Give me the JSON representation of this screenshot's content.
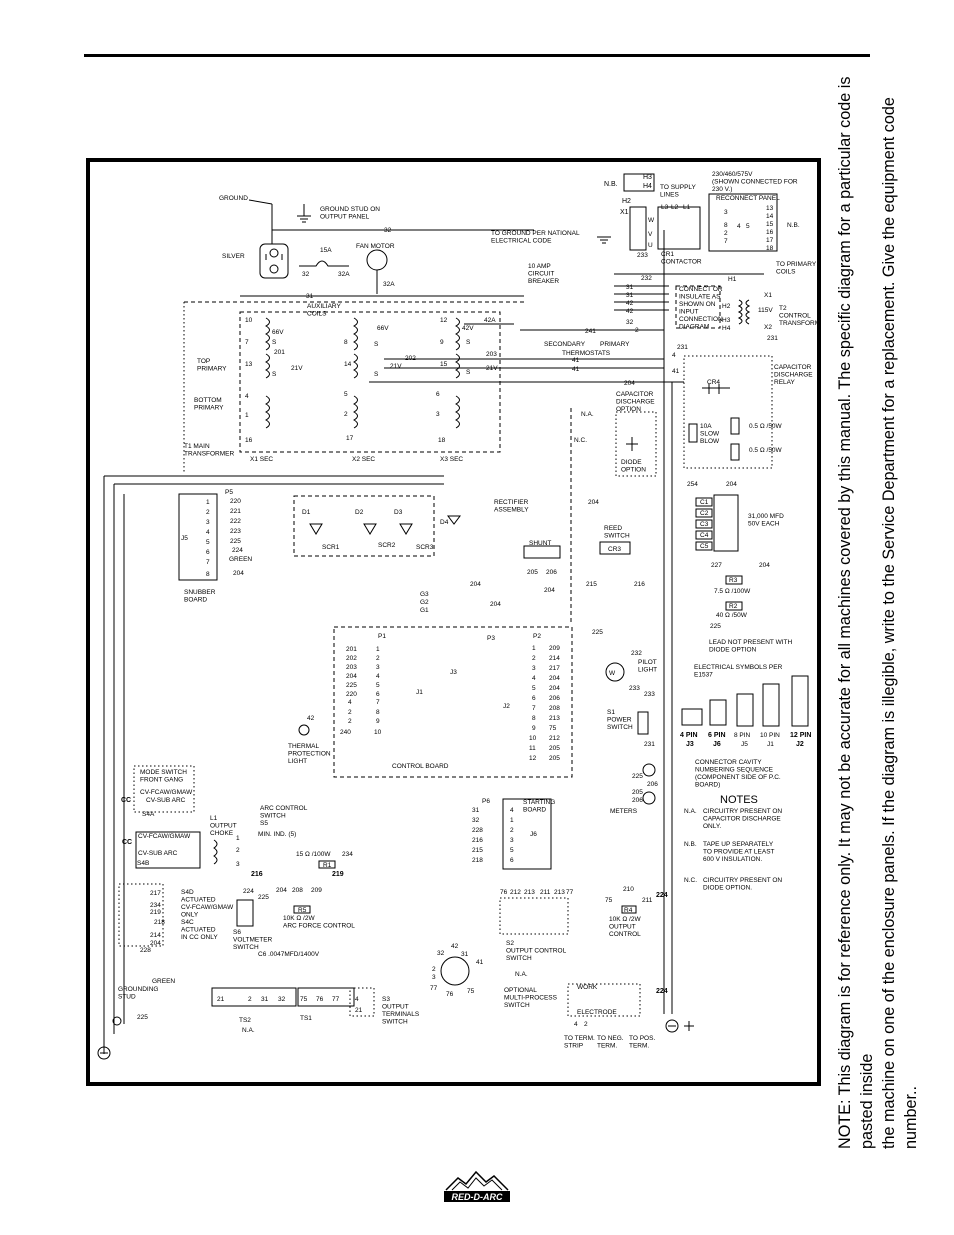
{
  "note": {
    "line1": "NOTE:  This diagram is for reference only.   It may not be accurate for all machines covered by this manual.  The specific diagram for a particular code is pasted inside",
    "line2": "the machine on one of the enclosure panels.  If the diagram is illegible, write to the Service Department for a replacement.  Give the equipment code number.."
  },
  "logo": {
    "text": "RED-D-ARC"
  },
  "diagram": {
    "ground": "GROUND",
    "ground_stud": "GROUND STUD ON\nOUTPUT PANEL",
    "silver": "SILVER",
    "fuse_15a": "15A",
    "fan_motor": "FAN MOTOR",
    "wire_32": "32",
    "wire_32a": "32A",
    "to_ground": "TO GROUND PER NATIONAL\nELECTRICAL CODE",
    "breaker": "10 AMP\nCIRCUIT\nBREAKER",
    "nb": "N.B.",
    "voltage_note": "230/460/575V\n(SHOWN CONNECTED FOR\n230 V.)",
    "reconnect_panel": "RECONNECT PANEL",
    "to_supply_lines": "TO SUPPLY\nLINES",
    "cr1_contactor": "CR1\nCONTACTOR",
    "to_primary_coils": "TO PRIMARY\nCOILS",
    "connect_or_insulate": "CONNECT OR\nINSULATE AS\nSHOWN ON\nINPUT\nCONNECTION\nDIAGRAM",
    "t2_control_transformer": "T2\nCONTROL\nTRANSFORMER",
    "auxiliary_coils": "AUXILIARY\nCOILS",
    "top_primary": "TOP\nPRIMARY",
    "bottom_primary": "BOTTOM\nPRIMARY",
    "t1_main_transformer": "T1 MAIN\nTRANSFORMER",
    "x1_sec": "X1 SEC",
    "x2_sec": "X2 SEC",
    "x3_sec": "X3 SEC",
    "secondary": "SECONDARY",
    "primary": "PRIMARY",
    "thermostats": "THERMOSTATS",
    "capacitor_discharge_relay": "CAPACITOR\nDISCHARGE\nRELAY",
    "cr4": "CR4",
    "capacitor_discharge_option": "CAPACITOR\nDISCHARGE\nOPTION",
    "na": "N.A.",
    "nc": "N.C.",
    "diode_option": "DIODE\nOPTION",
    "fuse_10a": "10A\nSLOW\nBLOW",
    "res_05_a": "0.5 Ω /50W",
    "res_05_b": "0.5 Ω /50W",
    "rectifier_assembly": "RECTIFIER\nASSEMBLY",
    "capacitors": "31,000 MFD\n50V EACH",
    "reed_switch": "REED\nSWITCH",
    "cr3": "CR3",
    "shunt": "SHUNT",
    "snubber_board": "SNUBBER\nBOARD",
    "r3": "R3",
    "r3_value": "7.5 Ω /100W",
    "r2": "R2",
    "r2_value": "40 Ω /50W",
    "lead_not_present": "LEAD NOT PRESENT WITH\nDIODE OPTION",
    "electrical_symbols": "ELECTRICAL SYMBOLS PER\nE1537",
    "pilot_light": "PILOT\nLIGHT",
    "s1_power_switch": "S1\nPOWER\nSWITCH",
    "control_board": "CONTROL BOARD",
    "thermal_light": "THERMAL\nPROTECTION\nLIGHT",
    "connector_labels": [
      "4 PIN\nJ3",
      "6 PIN\nJ6",
      "8 PIN\nJ5",
      "10 PIN\nJ1",
      "12 PIN\nJ2"
    ],
    "connector_cavity": "CONNECTOR CAVITY\nNUMBERING SEQUENCE\n(COMPONENT SIDE OF P.C.\nBOARD)",
    "notes_title": "NOTES",
    "notes": [
      {
        "key": "N.A.",
        "text": "CIRCUITRY PRESENT ON\nCAPACITOR DISCHARGE\nONLY."
      },
      {
        "key": "N.B.",
        "text": "TAPE UP SEPARATELY\nTO PROVIDE AT LEAST\n600 V INSULATION."
      },
      {
        "key": "N.C.",
        "text": "CIRCUITRY PRESENT ON\nDIODE OPTION."
      }
    ],
    "meters": "METERS",
    "starting_board": "STARTING\nBOARD",
    "mode_switch": "MODE SWITCH\nFRONT GANG",
    "cv_fcaw": "CV-FCAW/GMAW",
    "cv_sub_arc": "CV-SUB ARC",
    "cc": "CC",
    "s4a": "S4A",
    "s4b": "S4B",
    "l1_output_choke": "L1\nOUTPUT\nCHOKE",
    "arc_control_switch": "ARC CONTROL\nSWITCH\nS5",
    "min_ind": "MIN. IND. (5)",
    "r1_value": "15 Ω /100W",
    "r1": "R1",
    "r5": "R5",
    "arc_force_control": "10K Ω /2W\nARC FORCE CONTROL",
    "s4d": "S4D\nACTUATED\nCV-FCAW/GMAW\nONLY",
    "s4c": "S4C\nACTUATED\nIN CC ONLY",
    "s6_voltmeter": "S6\nVOLTMETER\nSWITCH",
    "c6": "C6 .0047MFD/1400V",
    "grounding_stud": "GROUNDING\nSTUD",
    "green": "GREEN",
    "ts2": "TS2",
    "ts1": "TS1",
    "s3_output_terminals": "S3\nOUTPUT\nTERMINALS\nSWITCH",
    "s2_output_control": "S2\nOUTPUT CONTROL\nSWITCH",
    "r4": "R4",
    "output_control": "10K Ω /2W\nOUTPUT\nCONTROL",
    "optional_multiprocess": "OPTIONAL\nMULTI-PROCESS\nSWITCH",
    "work": "WORK",
    "electrode": "ELECTRODE",
    "to_term_strip": "TO TERM.\nSTRIP",
    "to_neg_term": "TO NEG.\nTERM.",
    "to_pos_term": "TO POS.\nTERM.",
    "wire_225": "225",
    "wire_224": "224"
  }
}
